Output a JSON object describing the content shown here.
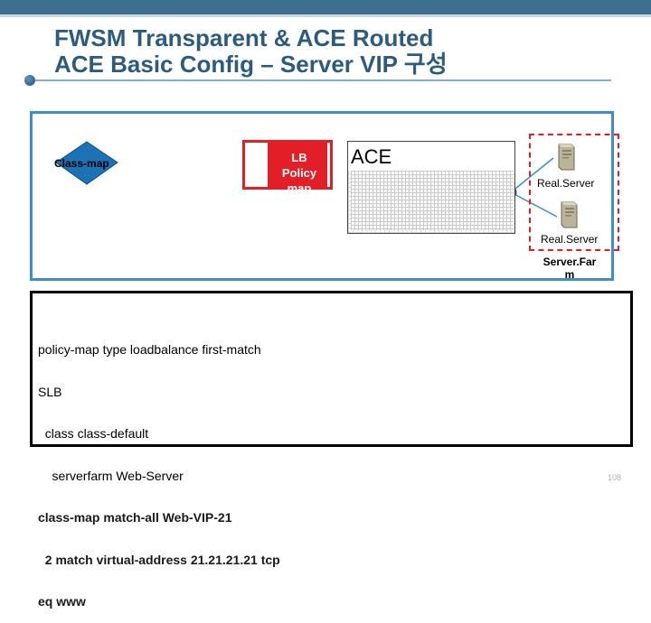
{
  "slide": {
    "title_line1": "FWSM Transparent & ACE Routed",
    "title_line2": "ACE Basic Config – Server VIP 구성",
    "page_number": "108"
  },
  "diagram": {
    "class_map_label": "Class-map",
    "lb_policy_label": "LB Policy map",
    "ace_label": "ACE",
    "servers": [
      {
        "label": "Real.Server",
        "icon": "server-icon"
      },
      {
        "label": "Real.Server",
        "icon": "server-icon"
      }
    ],
    "server_farm_label": "Server.Far m",
    "colors": {
      "frame_blue": "#3d8fc8",
      "class_map_fill": "#1b72b5",
      "policy_red": "#e21f26",
      "title_blue": "#2c5b7e"
    }
  },
  "config": {
    "lines": [
      "policy-map type loadbalance first-match",
      "SLB",
      "  class class-default",
      "    serverfarm Web-Server",
      "class-map match-all Web-VIP-21",
      "  2 match virtual-address 21.21.21.21 tcp",
      "eq www"
    ]
  }
}
